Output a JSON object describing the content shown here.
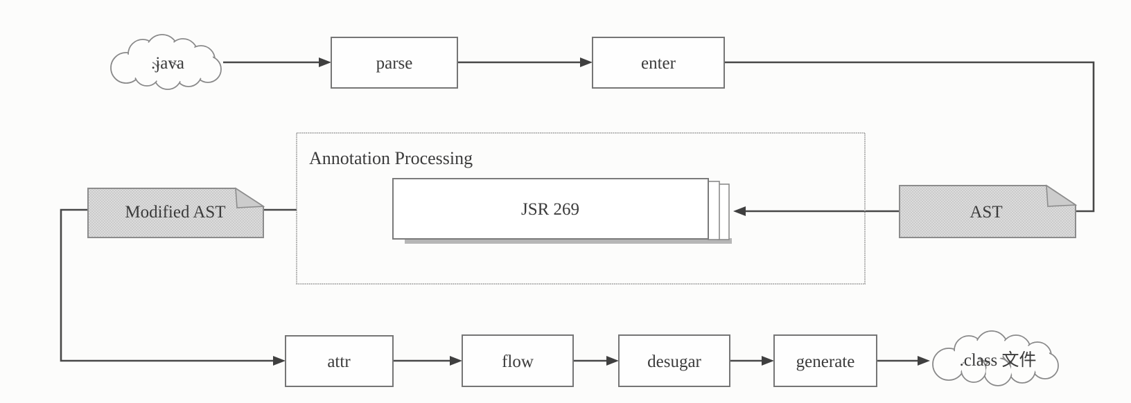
{
  "diagram": {
    "nodes": {
      "java_cloud": ".java",
      "parse": "parse",
      "enter": "enter",
      "annotation_processing": "Annotation Processing",
      "jsr269": "JSR 269",
      "ast": "AST",
      "modified_ast": "Modified AST",
      "attr": "attr",
      "flow": "flow",
      "desugar": "desugar",
      "generate": "generate",
      "class_cloud": ".class 文件"
    },
    "edges": [
      {
        "from": ".java",
        "to": "parse",
        "arrow": true
      },
      {
        "from": "parse",
        "to": "enter",
        "arrow": true
      },
      {
        "from": "enter",
        "to": "AST",
        "arrow": false
      },
      {
        "from": "AST",
        "to": "JSR 269",
        "arrow": true
      },
      {
        "from": "Annotation Processing",
        "to": "Modified AST",
        "arrow": false
      },
      {
        "from": "Modified AST",
        "to": "attr",
        "arrow": true
      },
      {
        "from": "attr",
        "to": "flow",
        "arrow": true
      },
      {
        "from": "flow",
        "to": "desugar",
        "arrow": true
      },
      {
        "from": "desugar",
        "to": "generate",
        "arrow": true
      },
      {
        "from": "generate",
        "to": ".class 文件",
        "arrow": true
      }
    ],
    "colors": {
      "line": "#474747",
      "box_border": "#757575",
      "doc_fill": "#d9d9d9",
      "doc_fold_fill": "#cccccc",
      "doc_border": "#8c8c8c",
      "text": "#3b3b3b",
      "background": "#fcfcfb"
    }
  }
}
